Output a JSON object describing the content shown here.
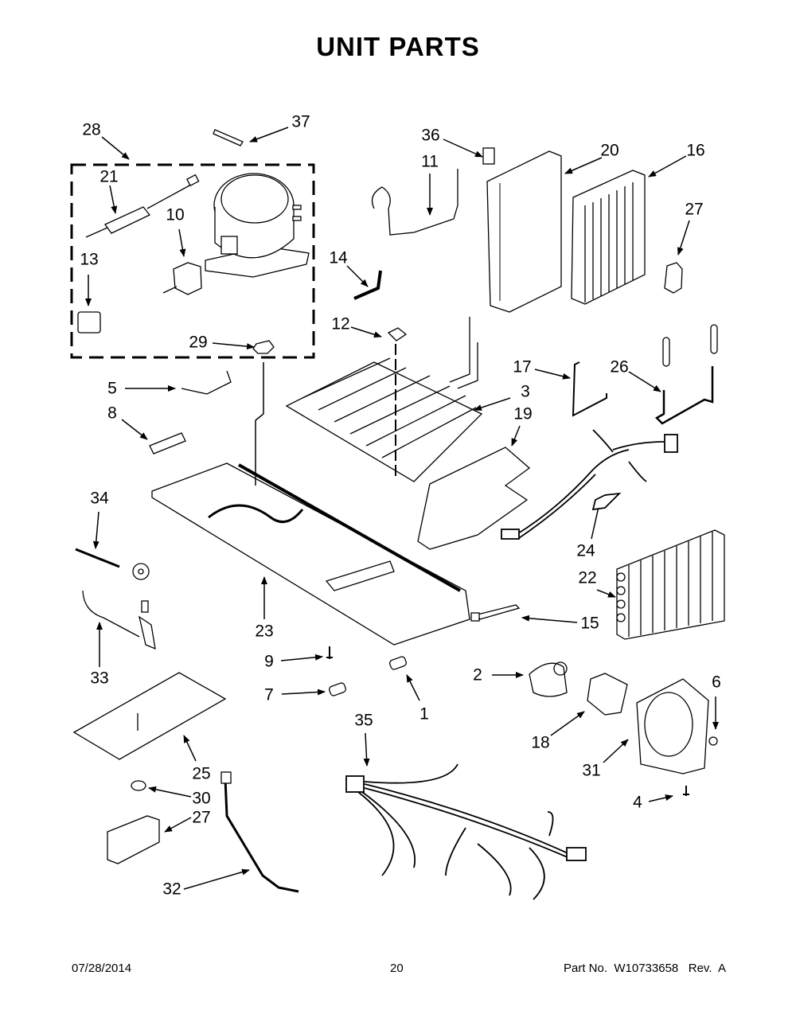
{
  "page": {
    "title": "UNIT PARTS"
  },
  "callouts": [
    {
      "id": "28",
      "label": "28"
    },
    {
      "id": "37",
      "label": "37"
    },
    {
      "id": "21",
      "label": "21"
    },
    {
      "id": "10",
      "label": "10"
    },
    {
      "id": "13",
      "label": "13"
    },
    {
      "id": "29",
      "label": "29"
    },
    {
      "id": "36",
      "label": "36"
    },
    {
      "id": "11",
      "label": "11"
    },
    {
      "id": "20",
      "label": "20"
    },
    {
      "id": "16",
      "label": "16"
    },
    {
      "id": "27a",
      "label": "27"
    },
    {
      "id": "14",
      "label": "14"
    },
    {
      "id": "12",
      "label": "12"
    },
    {
      "id": "5",
      "label": "5"
    },
    {
      "id": "8",
      "label": "8"
    },
    {
      "id": "17",
      "label": "17"
    },
    {
      "id": "26",
      "label": "26"
    },
    {
      "id": "3",
      "label": "3"
    },
    {
      "id": "19",
      "label": "19"
    },
    {
      "id": "34",
      "label": "34"
    },
    {
      "id": "24",
      "label": "24"
    },
    {
      "id": "22",
      "label": "22"
    },
    {
      "id": "23",
      "label": "23"
    },
    {
      "id": "15",
      "label": "15"
    },
    {
      "id": "33",
      "label": "33"
    },
    {
      "id": "9",
      "label": "9"
    },
    {
      "id": "2",
      "label": "2"
    },
    {
      "id": "6",
      "label": "6"
    },
    {
      "id": "7",
      "label": "7"
    },
    {
      "id": "1",
      "label": "1"
    },
    {
      "id": "35",
      "label": "35"
    },
    {
      "id": "18",
      "label": "18"
    },
    {
      "id": "31",
      "label": "31"
    },
    {
      "id": "25",
      "label": "25"
    },
    {
      "id": "30",
      "label": "30"
    },
    {
      "id": "27b",
      "label": "27"
    },
    {
      "id": "4",
      "label": "4"
    },
    {
      "id": "32",
      "label": "32"
    }
  ],
  "footer": {
    "date": "07/28/2014",
    "page_number": "20",
    "part_info": "Part No.  W10733658   Rev.  A"
  }
}
